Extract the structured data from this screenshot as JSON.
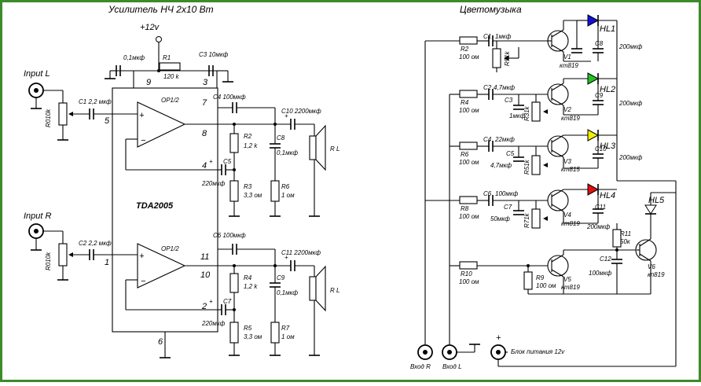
{
  "titles": {
    "left": "Усилитель НЧ 2х10 Вт",
    "right": "Цветомузыка"
  },
  "colors": {
    "border": "#3d8a2a",
    "hl1": "#1010e0",
    "hl2": "#22c322",
    "hl3": "#f0f000",
    "hl4": "#e01010"
  },
  "amp": {
    "supply": "+12v",
    "ic": "TDA2005",
    "opamp1": "OP1/2",
    "opamp2": "OP1/2",
    "pins": {
      "p1": "1",
      "p2": "2",
      "p3": "3",
      "p4": "4",
      "p5": "5",
      "p6": "6",
      "p7": "7",
      "p8": "8",
      "p9": "9",
      "p10": "10",
      "p11": "11"
    },
    "labels": {
      "input_l": "Input L",
      "input_r": "Input R",
      "r010k_top": "R010k",
      "r010k_bot": "R010k",
      "c1": "C1 2,2 мкф",
      "c2": "C2 2,2 мкф",
      "c01_top": "0,1мкф",
      "r1": "R1",
      "r1_val": "120 k",
      "c3": "C3 10мкф",
      "c4": "C4 100мкф",
      "c10": "C10 2200мкф",
      "r2": "R2",
      "r2_val": "1,2 k",
      "c8": "C8",
      "c8_val": "0,1мкф",
      "rl_top": "R L",
      "c5": "C5",
      "c5_val": "220мкф",
      "r3": "R3",
      "r3_val": "3,3 ом",
      "r6": "R6",
      "r6_val": "1 ом",
      "c6": "C6 100мкф",
      "c11": "C11 2200мкф",
      "r4": "R4",
      "r4_val": "1,2 k",
      "c9": "C9",
      "c9_val": "0,1мкф",
      "rl_bot": "R L",
      "c7": "C7",
      "c7_val": "220мкф",
      "r5": "R5",
      "r5_val": "3,3 ом",
      "r7": "R7",
      "r7_val": "1 ом",
      "plus": "+"
    }
  },
  "cm": {
    "ch1": {
      "r": "R2",
      "r_val": "100 ом",
      "c": "C1",
      "c_val": "1мкф",
      "pot": "R51k",
      "t": "V1",
      "t_val": "кт819",
      "cap": "C8",
      "led": "HL1"
    },
    "ch2": {
      "r": "R4",
      "r_val": "100 ом",
      "c": "C2",
      "c_val": "4,7мкф",
      "c2": "C3",
      "c2_val": "1мкф",
      "pot": "R31k",
      "t": "V2",
      "t_val": "кт819",
      "cap": "C9",
      "led": "HL2"
    },
    "ch3": {
      "r": "R6",
      "r_val": "100 ом",
      "c": "C4",
      "c_val": "22мкф",
      "c2": "C5",
      "c2_val": "4,7мкф",
      "pot": "R51k",
      "t": "V3",
      "t_val": "кт815",
      "cap": "C10",
      "led": "HL3"
    },
    "ch4": {
      "r": "R8",
      "r_val": "100 ом",
      "c": "C6",
      "c_val": "100мкф",
      "c2": "C7",
      "c2_val": "50мкф",
      "pot": "R71k",
      "t": "V4",
      "t_val": "кт819",
      "cap": "C11",
      "cap_val": "200мкф",
      "led": "HL4"
    },
    "cap200": "200мкф",
    "ch5": {
      "r": "R10",
      "r_val": "100 ом",
      "r9": "R9",
      "r9_val": "100 ом",
      "t": "V5",
      "t_val": "кт819",
      "r11": "R11",
      "r11_val": "50к",
      "c12": "C12",
      "c12_val": "100мкф",
      "hl5": "HL5",
      "v6": "V6",
      "v6_val": "кп819"
    },
    "input_r": "Вход R",
    "input_l": "Вход L",
    "power": "Блок питания 12v",
    "plus": "+"
  }
}
